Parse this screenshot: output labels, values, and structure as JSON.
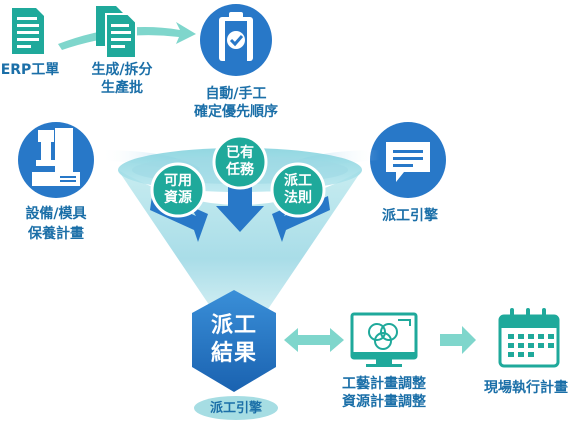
{
  "inputs": {
    "erp": "ERP工單",
    "split_1": "生成/拆分",
    "split_2": "生產批",
    "manual_1": "自動/手工",
    "manual_2": "確定優先順序",
    "equip_1": "設備/模具",
    "equip_2": "保養計畫",
    "engine": "派工引擎"
  },
  "funnel": {
    "available_1": "可用",
    "available_2": "資源",
    "existing_1": "已有",
    "existing_2": "任務",
    "rule_1": "派工",
    "rule_2": "法則"
  },
  "result": {
    "hex_1": "派工",
    "hex_2": "結果",
    "engine_badge": "派工引擎"
  },
  "outputs": {
    "adjust_1": "工藝計畫調整",
    "adjust_2": "資源計畫調整",
    "execution": "現場執行計畫"
  },
  "colors": {
    "teal": "#1fa99b",
    "blue": "#2878c8",
    "light_teal": "#7fd6cc",
    "text_blue": "#1b6fa8"
  }
}
